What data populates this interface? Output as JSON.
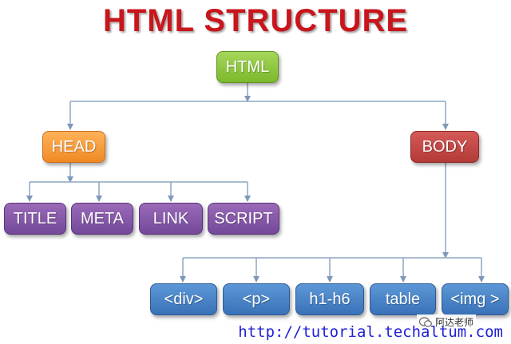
{
  "title": "HTML STRUCTURE",
  "nodes": {
    "html": "HTML",
    "head": "HEAD",
    "body": "BODY",
    "head_children": [
      "TITLE",
      "META",
      "LINK",
      "SCRIPT"
    ],
    "body_children": [
      "<div>",
      "<p>",
      "h1-h6",
      "table",
      "<img >"
    ]
  },
  "footer": {
    "url": "http://tutorial.techaltum.com",
    "watermark": "阿达老师",
    "watermark_icon": "wechat-icon"
  },
  "colors": {
    "title": "#c8161c",
    "html_node": "#8dc63f",
    "head_node": "#f7941d",
    "body_node": "#c0403d",
    "head_child_nodes": "#7e4fa0",
    "body_child_nodes": "#4a86c8",
    "connector": "#8ea6c2",
    "url": "#1f1fd6"
  }
}
